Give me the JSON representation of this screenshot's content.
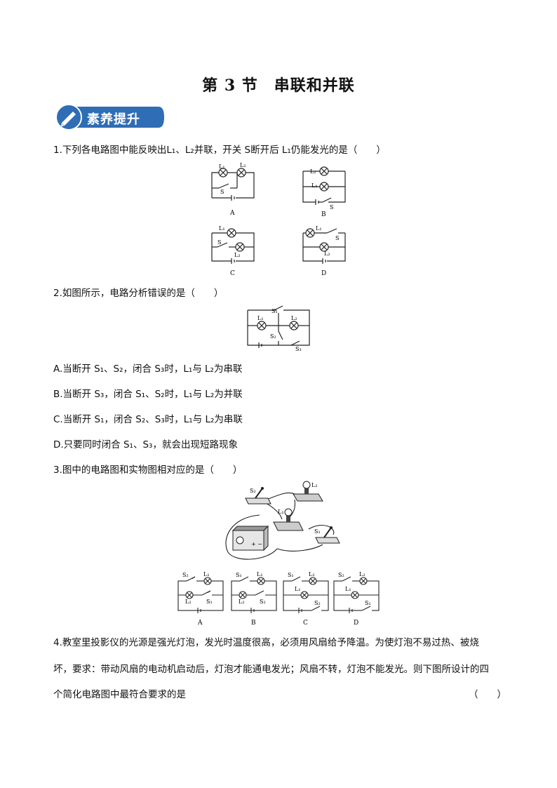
{
  "title": "第 3 节　串联和并联",
  "badge": "素养提升",
  "q1": {
    "text": "1.下列各电路图中能反映出L₁、L₂并联，开关 S断开后 L₁仍能发光的是（　　）",
    "options": [
      "A",
      "B",
      "C",
      "D"
    ]
  },
  "q2": {
    "text": "2.如图所示，电路分析错误的是（　　）",
    "options": [
      "A.当断开 S₁、S₂，闭合 S₃时，L₁与 L₂为串联",
      "B.当断开 S₃，闭合 S₁、S₂时，L₁与 L₂为并联",
      "C.当断开 S₁，闭合 S₂、S₃时，L₁与 L₂为串联",
      "D.只要同时闭合 S₁、S₃，就会出现短路现象"
    ]
  },
  "q3": {
    "text": "3.图中的电路图和实物图相对应的是（　　）",
    "options": [
      "A",
      "B",
      "C",
      "D"
    ]
  },
  "q4": {
    "line1": "4.教室里投影仪的光源是强光灯泡，发光时温度很高，必须用风扇给予降温。为使灯泡不易过热、被烧",
    "line2": "坏，要求：带动风扇的电动机启动后，灯泡才能通电发光；风扇不转，灯泡不能发光。则下图所设计的四",
    "line3": "个简化电路图中最符合要求的是",
    "blank": "（　　）"
  },
  "labels": {
    "L1": "L₁",
    "L2": "L₂",
    "S": "S",
    "S1": "S₁",
    "S2": "S₂",
    "S3": "S₃",
    "plus": "+",
    "minus": "−"
  }
}
